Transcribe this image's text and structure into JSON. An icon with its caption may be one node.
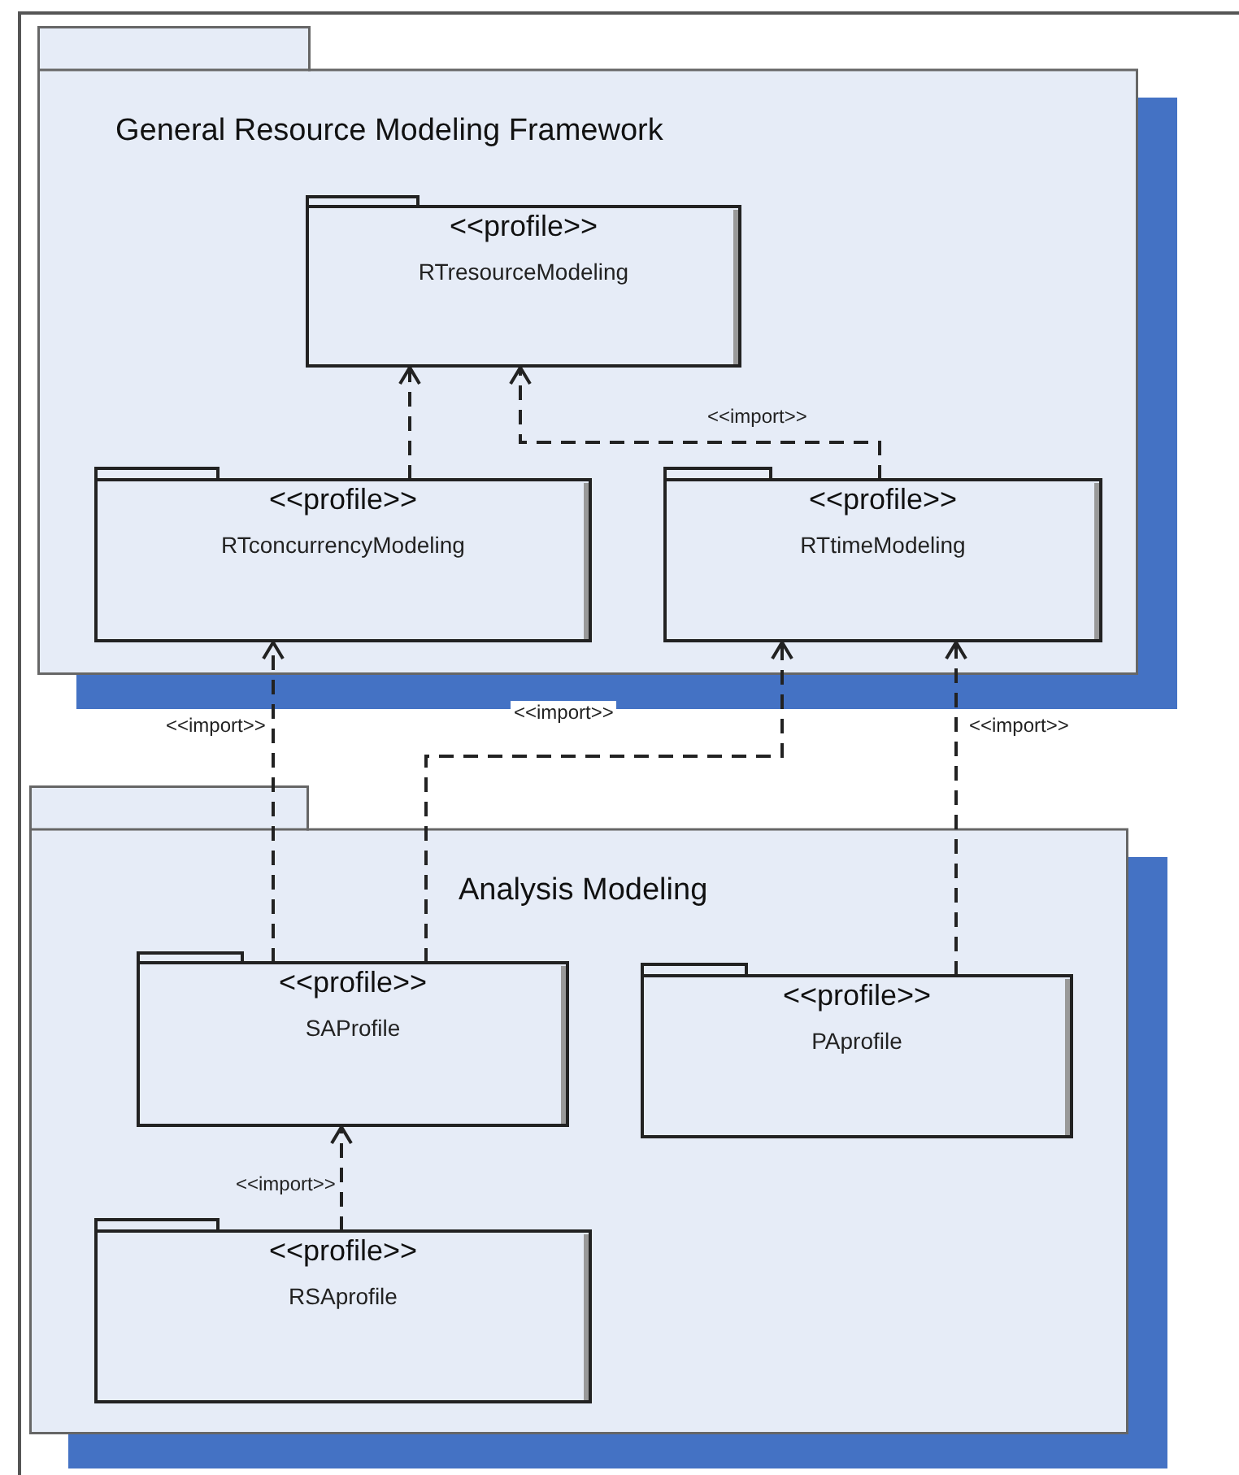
{
  "diagram": {
    "nodes": [
      {
        "text": [
          "General Resource Modeling Framework"
        ]
      },
      {
        "text": [
          "<<profile>>",
          "RTresourceModeling"
        ],
        "in": 0
      },
      {
        "text": [
          "<<profile>>",
          "RTconcurrencyModeling"
        ],
        "in": 0
      },
      {
        "text": [
          "<<profile>>",
          "RTtimeModeling"
        ],
        "in": 0
      },
      {
        "text": [
          "Analysis Modeling"
        ]
      },
      {
        "text": [
          "<<profile>>",
          "SAProfile"
        ],
        "in": 4
      },
      {
        "text": [
          "<<profile>>",
          "PAprofile"
        ],
        "in": 4
      },
      {
        "text": [
          "<<profile>>",
          "RSAprofile"
        ],
        "in": 4
      }
    ],
    "edges": [
      {
        "from": 2,
        "to": 1,
        "arrow": "to",
        "style": "dashed"
      },
      {
        "from": 3,
        "to": 1,
        "arrow": "to",
        "style": "dashed",
        "label": "<<import>>"
      },
      {
        "from": 5,
        "to": 2,
        "arrow": "to",
        "style": "dashed",
        "label": "<<import>>"
      },
      {
        "from": 5,
        "to": 3,
        "arrow": "to",
        "style": "dashed",
        "label": "<<import>>"
      },
      {
        "from": 6,
        "to": 3,
        "arrow": "to",
        "style": "dashed",
        "label": "<<import>>"
      },
      {
        "from": 7,
        "to": 5,
        "arrow": "to",
        "style": "dashed",
        "label": "<<import>>"
      }
    ]
  }
}
